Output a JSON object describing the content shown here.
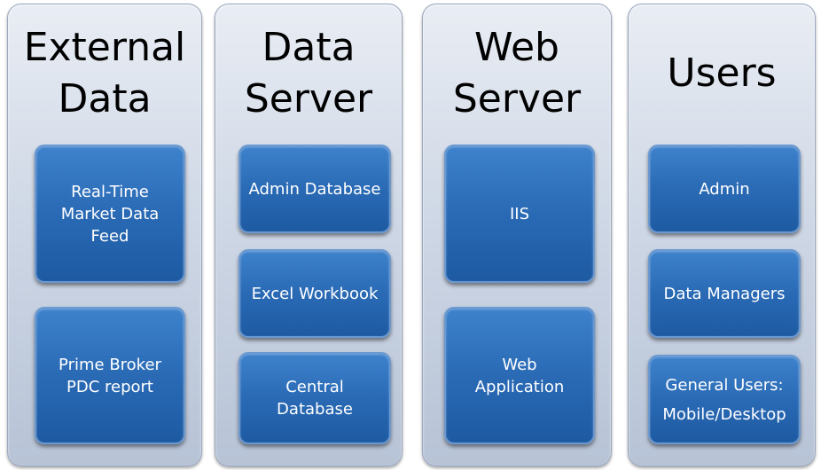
{
  "columns": [
    {
      "title": "External\nData",
      "boxes": [
        "Real-Time\nMarket Data\nFeed",
        "Prime Broker\nPDC report"
      ]
    },
    {
      "title": "Data\nServer",
      "boxes": [
        "Admin Database",
        "Excel Workbook",
        "Central\nDatabase"
      ]
    },
    {
      "title": "Web\nServer",
      "boxes": [
        "IIS",
        "Web\nApplication"
      ]
    },
    {
      "title": "Users",
      "boxes": [
        "Admin",
        "Data Managers",
        "General Users:\nMobile/Desktop"
      ]
    }
  ],
  "colors": {
    "column_fill": "#cfd8e6",
    "box_fill": "#2a6ab5",
    "box_text": "#ffffff"
  }
}
